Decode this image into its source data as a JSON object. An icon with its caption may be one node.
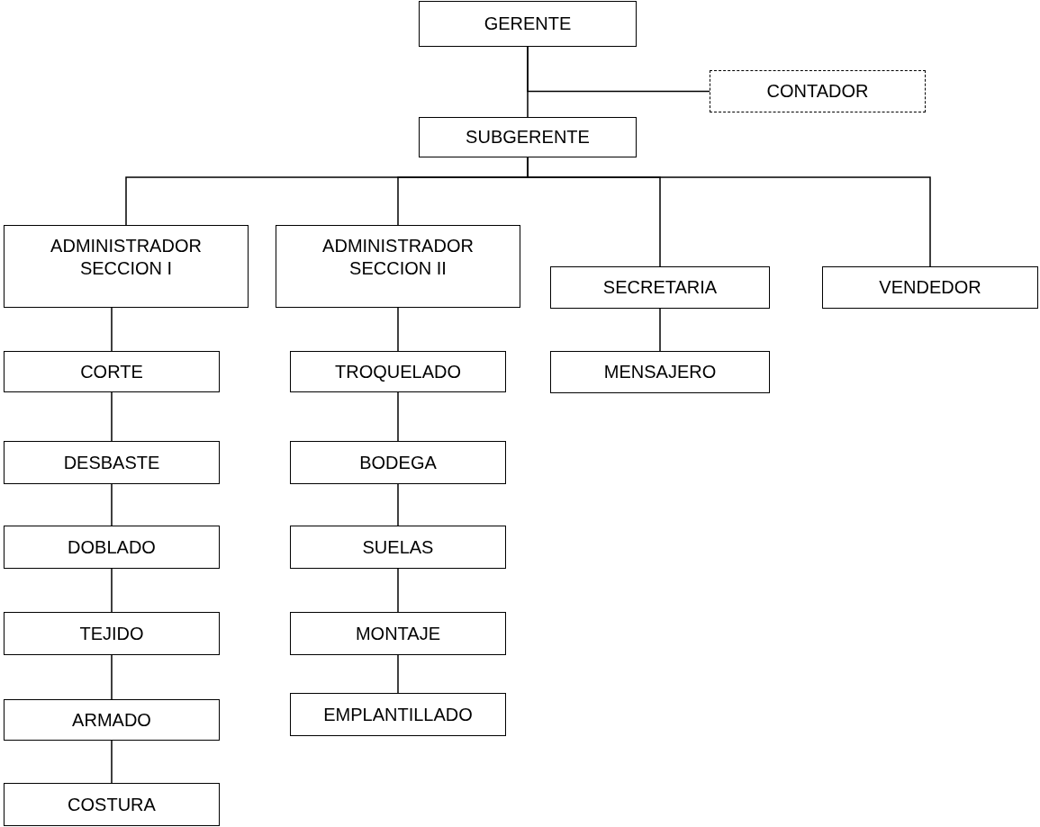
{
  "diagram": {
    "nodes": [
      {
        "text": [
          "GERENTE"
        ]
      },
      {
        "text": [
          "CONTADOR"
        ]
      },
      {
        "text": [
          "SUBGERENTE"
        ]
      },
      {
        "text": [
          "ADMINISTRADOR SECCION I"
        ]
      },
      {
        "text": [
          "ADMINISTRADOR SECCION II"
        ]
      },
      {
        "text": [
          "SECRETARIA"
        ]
      },
      {
        "text": [
          "VENDEDOR"
        ]
      },
      {
        "text": [
          "CORTE"
        ]
      },
      {
        "text": [
          "DESBASTE"
        ]
      },
      {
        "text": [
          "DOBLADO"
        ]
      },
      {
        "text": [
          "TEJIDO"
        ]
      },
      {
        "text": [
          "ARMADO"
        ]
      },
      {
        "text": [
          "COSTURA"
        ]
      },
      {
        "text": [
          "TROQUELADO"
        ]
      },
      {
        "text": [
          "BODEGA"
        ]
      },
      {
        "text": [
          "SUELAS"
        ]
      },
      {
        "text": [
          "MONTAJE"
        ]
      },
      {
        "text": [
          "EMPLANTILLADO"
        ]
      },
      {
        "text": [
          "MENSAJERO"
        ]
      }
    ],
    "edges": [
      {
        "from": 0,
        "to": 2,
        "arrow": "none"
      },
      {
        "from": 0,
        "to": 1,
        "arrow": "none"
      },
      {
        "from": 2,
        "to": 3,
        "arrow": "none"
      },
      {
        "from": 2,
        "to": 4,
        "arrow": "none"
      },
      {
        "from": 2,
        "to": 5,
        "arrow": "none"
      },
      {
        "from": 2,
        "to": 6,
        "arrow": "none"
      },
      {
        "from": 3,
        "to": 7,
        "arrow": "none"
      },
      {
        "from": 7,
        "to": 8,
        "arrow": "none"
      },
      {
        "from": 8,
        "to": 9,
        "arrow": "none"
      },
      {
        "from": 9,
        "to": 10,
        "arrow": "none"
      },
      {
        "from": 10,
        "to": 11,
        "arrow": "none"
      },
      {
        "from": 11,
        "to": 12,
        "arrow": "none"
      },
      {
        "from": 4,
        "to": 13,
        "arrow": "none"
      },
      {
        "from": 13,
        "to": 14,
        "arrow": "none"
      },
      {
        "from": 14,
        "to": 15,
        "arrow": "none"
      },
      {
        "from": 15,
        "to": 16,
        "arrow": "none"
      },
      {
        "from": 16,
        "to": 17,
        "arrow": "none"
      },
      {
        "from": 5,
        "to": 18,
        "arrow": "none"
      }
    ]
  }
}
